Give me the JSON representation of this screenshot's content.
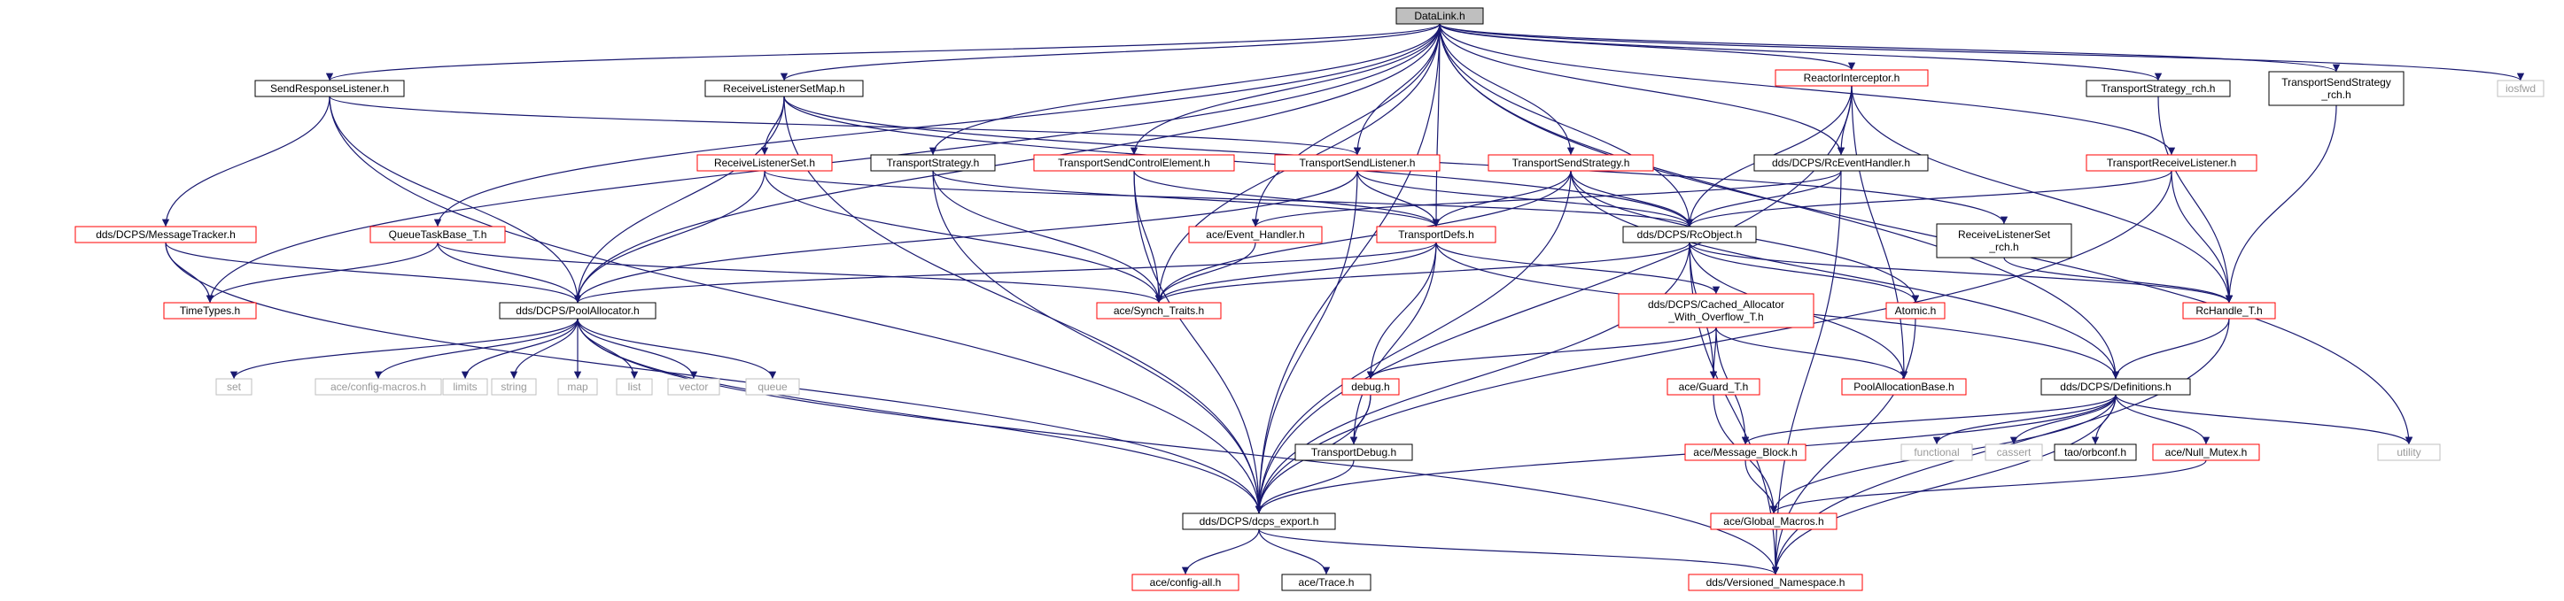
{
  "diagram": {
    "nodes": [
      {
        "id": "datalink",
        "label": "DataLink.h",
        "style": "root"
      },
      {
        "id": "sendresp",
        "label": "SendResponseListener.h",
        "style": "black"
      },
      {
        "id": "rlsm",
        "label": "ReceiveListenerSetMap.h",
        "style": "black"
      },
      {
        "id": "reactor",
        "label": "ReactorInterceptor.h",
        "style": "red"
      },
      {
        "id": "tsrch",
        "label": "TransportStrategy_rch.h",
        "style": "black"
      },
      {
        "id": "tssrch",
        "label": "TransportSendStrategy\n_rch.h",
        "style": "black"
      },
      {
        "id": "iosfwd",
        "label": "iosfwd",
        "style": "gray"
      },
      {
        "id": "rls",
        "label": "ReceiveListenerSet.h",
        "style": "red"
      },
      {
        "id": "tstrat",
        "label": "TransportStrategy.h",
        "style": "black"
      },
      {
        "id": "tsce",
        "label": "TransportSendControlElement.h",
        "style": "red"
      },
      {
        "id": "tsl",
        "label": "TransportSendListener.h",
        "style": "red"
      },
      {
        "id": "tss",
        "label": "TransportSendStrategy.h",
        "style": "red"
      },
      {
        "id": "rceh",
        "label": "dds/DCPS/RcEventHandler.h",
        "style": "black"
      },
      {
        "id": "trl",
        "label": "TransportReceiveListener.h",
        "style": "red"
      },
      {
        "id": "msgtrk",
        "label": "dds/DCPS/MessageTracker.h",
        "style": "red"
      },
      {
        "id": "qtb",
        "label": "QueueTaskBase_T.h",
        "style": "red"
      },
      {
        "id": "aceeh",
        "label": "ace/Event_Handler.h",
        "style": "red"
      },
      {
        "id": "tdefs",
        "label": "TransportDefs.h",
        "style": "red"
      },
      {
        "id": "rcobj",
        "label": "dds/DCPS/RcObject.h",
        "style": "black"
      },
      {
        "id": "rlsrch",
        "label": "ReceiveListenerSet\n_rch.h",
        "style": "black"
      },
      {
        "id": "ttypes",
        "label": "TimeTypes.h",
        "style": "red"
      },
      {
        "id": "pool",
        "label": "dds/DCPS/PoolAllocator.h",
        "style": "black"
      },
      {
        "id": "synch",
        "label": "ace/Synch_Traits.h",
        "style": "red"
      },
      {
        "id": "cached",
        "label": "dds/DCPS/Cached_Allocator\n_With_Overflow_T.h",
        "style": "red"
      },
      {
        "id": "atomic",
        "label": "Atomic.h",
        "style": "red"
      },
      {
        "id": "rchandle",
        "label": "RcHandle_T.h",
        "style": "red"
      },
      {
        "id": "set",
        "label": "set",
        "style": "gray"
      },
      {
        "id": "acecfgm",
        "label": "ace/config-macros.h",
        "style": "gray"
      },
      {
        "id": "limits",
        "label": "limits",
        "style": "gray"
      },
      {
        "id": "string",
        "label": "string",
        "style": "gray"
      },
      {
        "id": "map",
        "label": "map",
        "style": "gray"
      },
      {
        "id": "list",
        "label": "list",
        "style": "gray"
      },
      {
        "id": "vector",
        "label": "vector",
        "style": "gray"
      },
      {
        "id": "queue",
        "label": "queue",
        "style": "gray"
      },
      {
        "id": "debug",
        "label": "debug.h",
        "style": "red"
      },
      {
        "id": "guard",
        "label": "ace/Guard_T.h",
        "style": "red"
      },
      {
        "id": "poolbase",
        "label": "PoolAllocationBase.h",
        "style": "red"
      },
      {
        "id": "defs",
        "label": "dds/DCPS/Definitions.h",
        "style": "black"
      },
      {
        "id": "tdebug",
        "label": "TransportDebug.h",
        "style": "black"
      },
      {
        "id": "msgblock",
        "label": "ace/Message_Block.h",
        "style": "red"
      },
      {
        "id": "functional",
        "label": "functional",
        "style": "gray"
      },
      {
        "id": "cassert",
        "label": "cassert",
        "style": "gray"
      },
      {
        "id": "orbconf",
        "label": "tao/orbconf.h",
        "style": "black"
      },
      {
        "id": "nullmutex",
        "label": "ace/Null_Mutex.h",
        "style": "red"
      },
      {
        "id": "utility",
        "label": "utility",
        "style": "gray"
      },
      {
        "id": "dcpsexp",
        "label": "dds/DCPS/dcps_export.h",
        "style": "black"
      },
      {
        "id": "globalm",
        "label": "ace/Global_Macros.h",
        "style": "red"
      },
      {
        "id": "aceconfig",
        "label": "ace/config-all.h",
        "style": "red"
      },
      {
        "id": "acetrace",
        "label": "ace/Trace.h",
        "style": "black"
      },
      {
        "id": "versioned",
        "label": "dds/Versioned_Namespace.h",
        "style": "red"
      }
    ],
    "edges": [
      [
        "datalink",
        "sendresp"
      ],
      [
        "datalink",
        "rlsm"
      ],
      [
        "datalink",
        "reactor"
      ],
      [
        "datalink",
        "tsrch"
      ],
      [
        "datalink",
        "tssrch"
      ],
      [
        "datalink",
        "iosfwd"
      ],
      [
        "datalink",
        "tstrat"
      ],
      [
        "datalink",
        "tsce"
      ],
      [
        "datalink",
        "tsl"
      ],
      [
        "datalink",
        "tss"
      ],
      [
        "datalink",
        "rceh"
      ],
      [
        "datalink",
        "trl"
      ],
      [
        "datalink",
        "qtb"
      ],
      [
        "datalink",
        "aceeh"
      ],
      [
        "datalink",
        "tdefs"
      ],
      [
        "datalink",
        "rcobj"
      ],
      [
        "datalink",
        "ttypes"
      ],
      [
        "datalink",
        "pool"
      ],
      [
        "datalink",
        "synch"
      ],
      [
        "datalink",
        "defs"
      ],
      [
        "datalink",
        "utility"
      ],
      [
        "datalink",
        "dcpsexp"
      ],
      [
        "sendresp",
        "msgtrk"
      ],
      [
        "sendresp",
        "tsl"
      ],
      [
        "sendresp",
        "pool"
      ],
      [
        "sendresp",
        "dcpsexp"
      ],
      [
        "rlsm",
        "rls"
      ],
      [
        "rlsm",
        "pool"
      ],
      [
        "rlsm",
        "rcobj"
      ],
      [
        "rlsm",
        "rlsrch"
      ],
      [
        "rlsm",
        "dcpsexp"
      ],
      [
        "reactor",
        "rceh"
      ],
      [
        "reactor",
        "rcobj"
      ],
      [
        "reactor",
        "rchandle"
      ],
      [
        "reactor",
        "poolbase"
      ],
      [
        "reactor",
        "dcpsexp"
      ],
      [
        "tsrch",
        "rchandle"
      ],
      [
        "tssrch",
        "rchandle"
      ],
      [
        "rls",
        "pool"
      ],
      [
        "rls",
        "rcobj"
      ],
      [
        "rls",
        "synch"
      ],
      [
        "tstrat",
        "synch"
      ],
      [
        "tstrat",
        "tdefs"
      ],
      [
        "tstrat",
        "dcpsexp"
      ],
      [
        "tsce",
        "synch"
      ],
      [
        "tsce",
        "tdefs"
      ],
      [
        "tsce",
        "dcpsexp"
      ],
      [
        "tsl",
        "tdefs"
      ],
      [
        "tsl",
        "rcobj"
      ],
      [
        "tsl",
        "pool"
      ],
      [
        "tsl",
        "dcpsexp"
      ],
      [
        "tss",
        "tdefs"
      ],
      [
        "tss",
        "rcobj"
      ],
      [
        "tss",
        "atomic"
      ],
      [
        "tss",
        "synch"
      ],
      [
        "tss",
        "defs"
      ],
      [
        "tss",
        "dcpsexp"
      ],
      [
        "rceh",
        "aceeh"
      ],
      [
        "rceh",
        "rcobj"
      ],
      [
        "rceh",
        "versioned"
      ],
      [
        "trl",
        "rcobj"
      ],
      [
        "trl",
        "rchandle"
      ],
      [
        "trl",
        "dcpsexp"
      ],
      [
        "msgtrk",
        "ttypes"
      ],
      [
        "msgtrk",
        "pool"
      ],
      [
        "msgtrk",
        "dcpsexp"
      ],
      [
        "qtb",
        "ttypes"
      ],
      [
        "qtb",
        "pool"
      ],
      [
        "qtb",
        "synch"
      ],
      [
        "aceeh",
        "synch"
      ],
      [
        "tdefs",
        "synch"
      ],
      [
        "tdefs",
        "cached"
      ],
      [
        "tdefs",
        "debug"
      ],
      [
        "tdefs",
        "tdebug"
      ],
      [
        "tdefs",
        "defs"
      ],
      [
        "tdefs",
        "pool"
      ],
      [
        "rcobj",
        "atomic"
      ],
      [
        "rcobj",
        "rchandle"
      ],
      [
        "rcobj",
        "synch"
      ],
      [
        "rcobj",
        "guard"
      ],
      [
        "rcobj",
        "poolbase"
      ],
      [
        "rcobj",
        "dcpsexp"
      ],
      [
        "rcobj",
        "versioned"
      ],
      [
        "rlsrch",
        "rchandle"
      ],
      [
        "pool",
        "set"
      ],
      [
        "pool",
        "acecfgm"
      ],
      [
        "pool",
        "limits"
      ],
      [
        "pool",
        "string"
      ],
      [
        "pool",
        "map"
      ],
      [
        "pool",
        "list"
      ],
      [
        "pool",
        "vector"
      ],
      [
        "pool",
        "queue"
      ],
      [
        "pool",
        "dcpsexp"
      ],
      [
        "pool",
        "versioned"
      ],
      [
        "cached",
        "debug"
      ],
      [
        "cached",
        "guard"
      ],
      [
        "cached",
        "msgblock"
      ],
      [
        "cached",
        "poolbase"
      ],
      [
        "atomic",
        "versioned"
      ],
      [
        "rchandle",
        "defs"
      ],
      [
        "rchandle",
        "versioned"
      ],
      [
        "debug",
        "tdebug"
      ],
      [
        "debug",
        "dcpsexp"
      ],
      [
        "guard",
        "globalm"
      ],
      [
        "defs",
        "functional"
      ],
      [
        "defs",
        "cassert"
      ],
      [
        "defs",
        "orbconf"
      ],
      [
        "defs",
        "nullmutex"
      ],
      [
        "defs",
        "utility"
      ],
      [
        "defs",
        "msgblock"
      ],
      [
        "defs",
        "globalm"
      ],
      [
        "defs",
        "dcpsexp"
      ],
      [
        "defs",
        "versioned"
      ],
      [
        "tdebug",
        "dcpsexp"
      ],
      [
        "msgblock",
        "globalm"
      ],
      [
        "nullmutex",
        "globalm"
      ],
      [
        "dcpsexp",
        "aceconfig"
      ],
      [
        "dcpsexp",
        "acetrace"
      ],
      [
        "dcpsexp",
        "versioned"
      ]
    ]
  }
}
